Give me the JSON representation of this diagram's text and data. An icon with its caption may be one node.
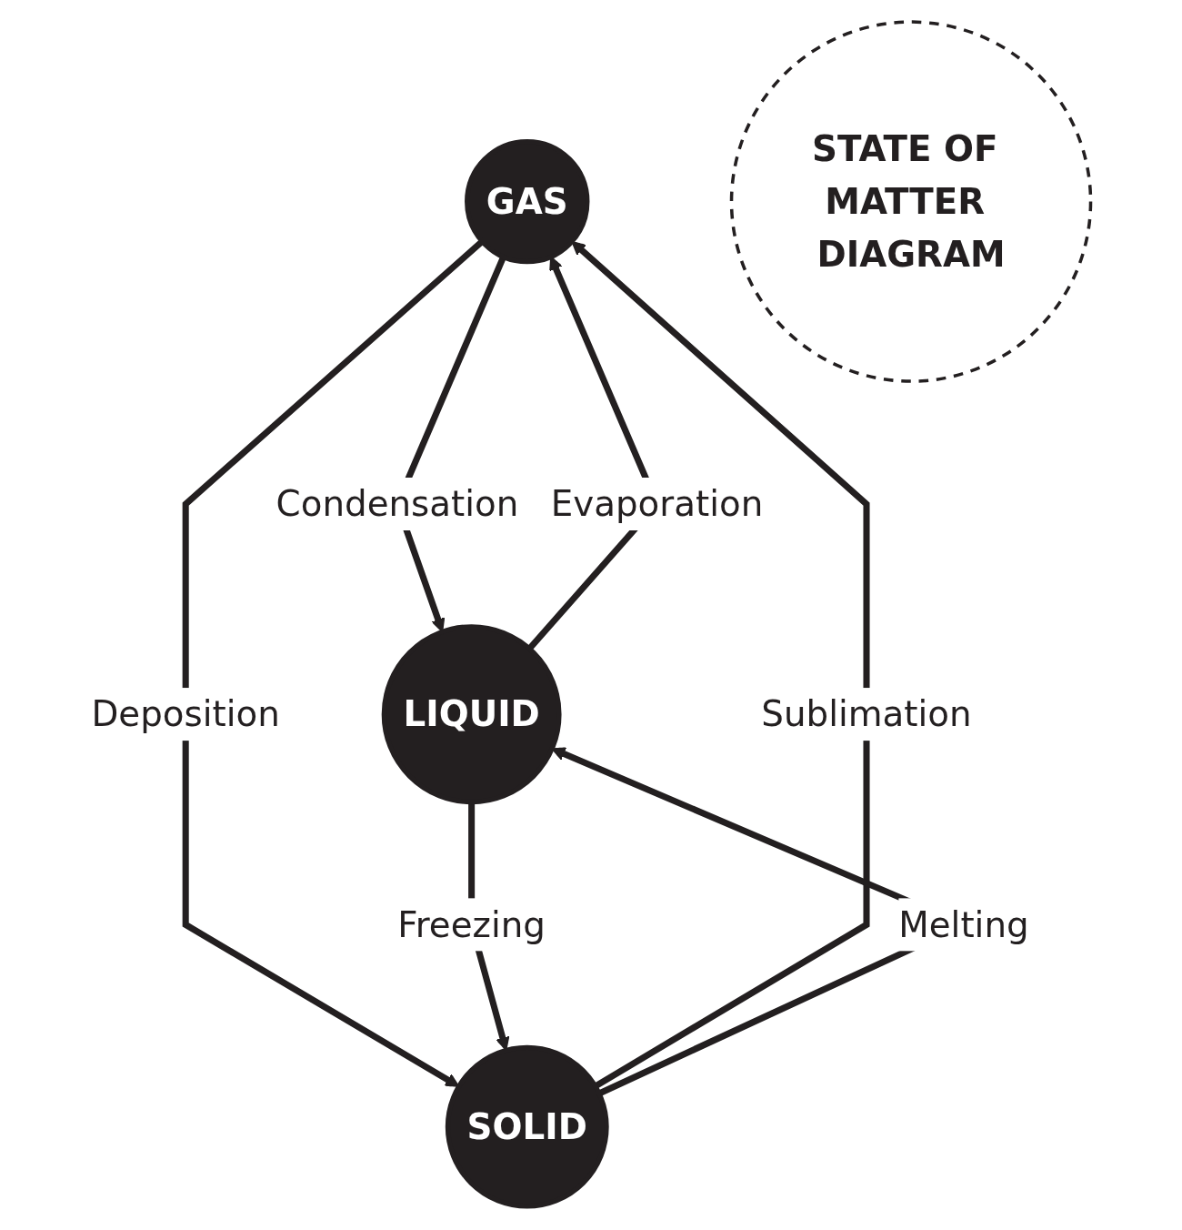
{
  "diagram": {
    "nodes": [
      {
        "text": [
          "GAS"
        ]
      },
      {
        "text": [
          "STATE OF MATTER DIAGRAM"
        ]
      },
      {
        "text": [
          "LIQUID"
        ]
      },
      {
        "text": [
          "SOLID"
        ]
      }
    ],
    "edges": [
      {
        "from": 2,
        "to": 0,
        "arrow": "to",
        "label": "Evaporation"
      },
      {
        "from": 0,
        "to": 2,
        "arrow": "to",
        "label": "Condensation"
      },
      {
        "from": 0,
        "to": 3,
        "arrow": "to",
        "label": "Deposition"
      },
      {
        "from": 3,
        "to": 0,
        "arrow": "to",
        "label": "Sublimation"
      },
      {
        "from": 2,
        "to": 3,
        "arrow": "to",
        "label": "Freezing"
      },
      {
        "from": 3,
        "to": 2,
        "arrow": "to",
        "label": "Melting"
      }
    ]
  }
}
